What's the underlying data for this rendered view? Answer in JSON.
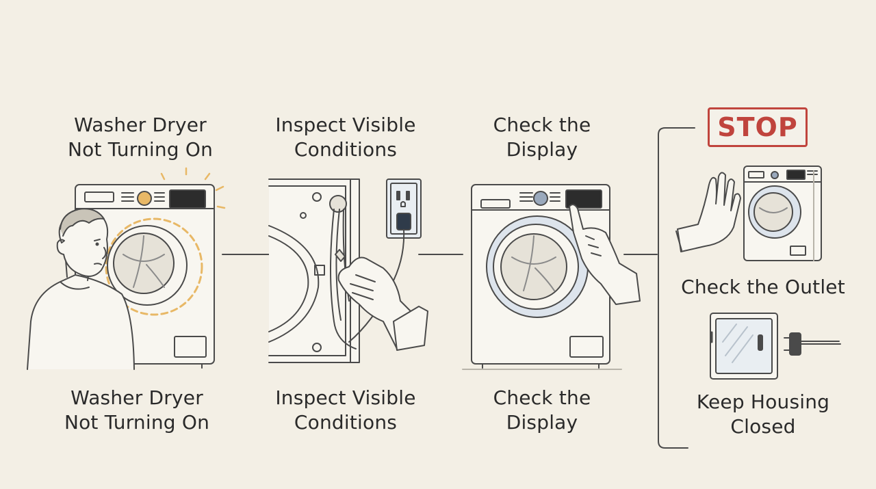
{
  "steps": [
    {
      "top_label": "Washer Dryer\nNot Turning On",
      "bottom_label": "Washer Dryer\nNot Turning On"
    },
    {
      "top_label": "Inspect Visible\nConditions",
      "bottom_label": "Inspect Visible\nConditions"
    },
    {
      "top_label": "Check the\nDisplay",
      "bottom_label": "Check the\nDisplay"
    }
  ],
  "stop_panel": {
    "badge": "STOP",
    "items": [
      {
        "label": "Check the Outlet"
      },
      {
        "label": "Keep Housing\nClosed"
      }
    ]
  },
  "colors": {
    "background": "#f3efe5",
    "line": "#4a4a4a",
    "stop": "#c0443d",
    "highlight": "#e8b866"
  }
}
